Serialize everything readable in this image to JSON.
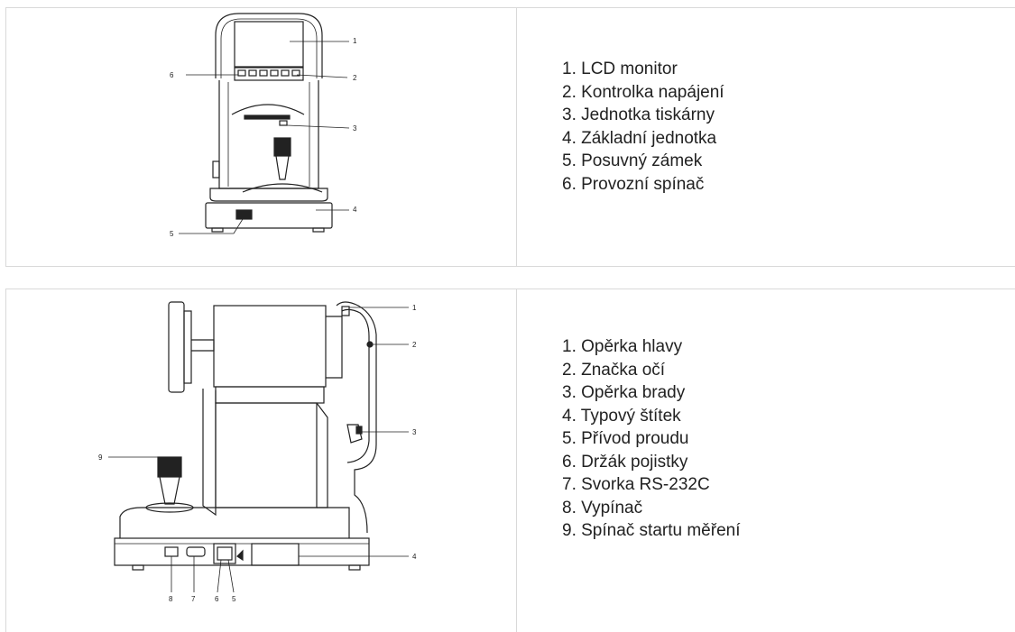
{
  "sections": [
    {
      "callouts": [
        "1",
        "2",
        "3",
        "4",
        "5",
        "6"
      ],
      "items": [
        "1. LCD monitor",
        "2. Kontrolka napájení",
        "3. Jednotka tiskárny",
        "4. Základní jednotka",
        "5. Posuvný zámek",
        "6. Provozní spínač"
      ]
    },
    {
      "callouts": [
        "1",
        "2",
        "3",
        "4",
        "5",
        "6",
        "7",
        "8",
        "9"
      ],
      "items": [
        "1. Opěrka hlavy",
        "2. Značka očí",
        "3. Opěrka brady",
        "4. Typový štítek",
        "5. Přívod proudu",
        "6. Držák pojistky",
        "7. Svorka RS-232C",
        "8. Vypínač",
        "9. Spínač startu měření"
      ]
    }
  ]
}
